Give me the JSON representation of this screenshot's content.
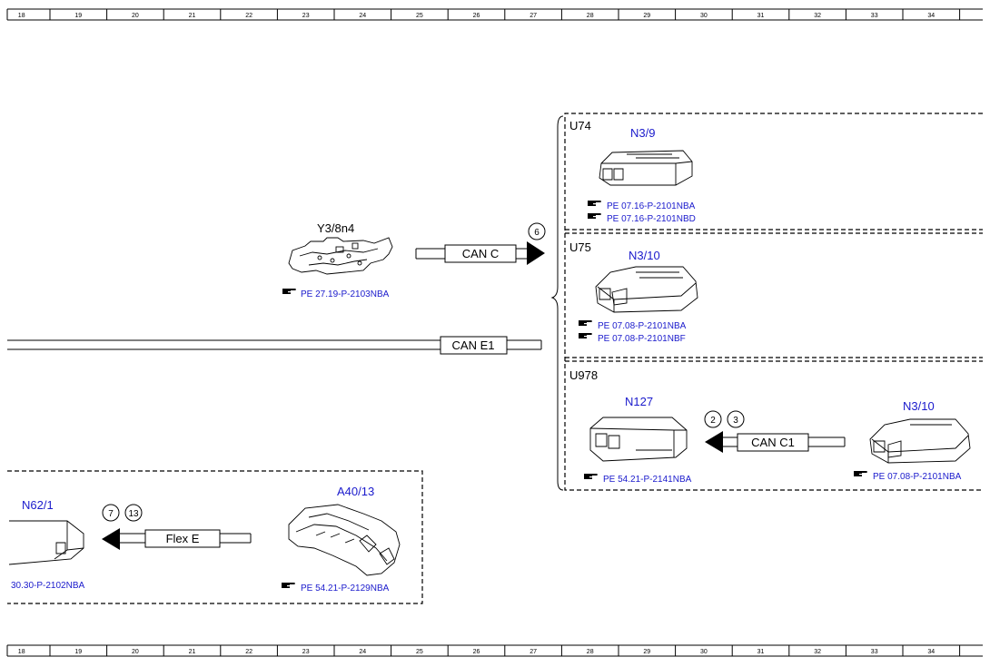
{
  "ruler": {
    "columns": [
      "18",
      "19",
      "20",
      "21",
      "22",
      "23",
      "24",
      "25",
      "26",
      "27",
      "28",
      "29",
      "30",
      "31",
      "32",
      "33",
      "34"
    ]
  },
  "components": {
    "y3_8n4": {
      "label": "Y3/8n4",
      "ref": "PE 27.19-P-2103NBA"
    },
    "n3_9": {
      "label": "N3/9",
      "refs": [
        "PE 07.16-P-2101NBA",
        "PE 07.16-P-2101NBD"
      ]
    },
    "n3_10_u75": {
      "label": "N3/10",
      "refs": [
        "PE 07.08-P-2101NBA",
        "PE 07.08-P-2101NBF"
      ]
    },
    "n127": {
      "label": "N127",
      "ref": "PE 54.21-P-2141NBA"
    },
    "n3_10_u978": {
      "label": "N3/10",
      "ref": "PE 07.08-P-2101NBA"
    },
    "a40_13": {
      "label": "A40/13",
      "ref": "PE 54.21-P-2129NBA"
    },
    "n62_1": {
      "label": "N62/1",
      "ref": "30.30-P-2102NBA"
    }
  },
  "groups": {
    "u74": "U74",
    "u75": "U75",
    "u978": "U978"
  },
  "buses": {
    "can_c": "CAN C",
    "can_e1": "CAN E1",
    "can_c1": "CAN C1",
    "flex_e": "Flex E"
  },
  "refs": {
    "can_c": "6",
    "can_c1_a": "2",
    "can_c1_b": "3",
    "flex_e_a": "7",
    "flex_e_b": "13"
  },
  "colors": {
    "line": "#000000",
    "label_blue": "#1a1acc",
    "ref_blue": "#1a1acc"
  }
}
